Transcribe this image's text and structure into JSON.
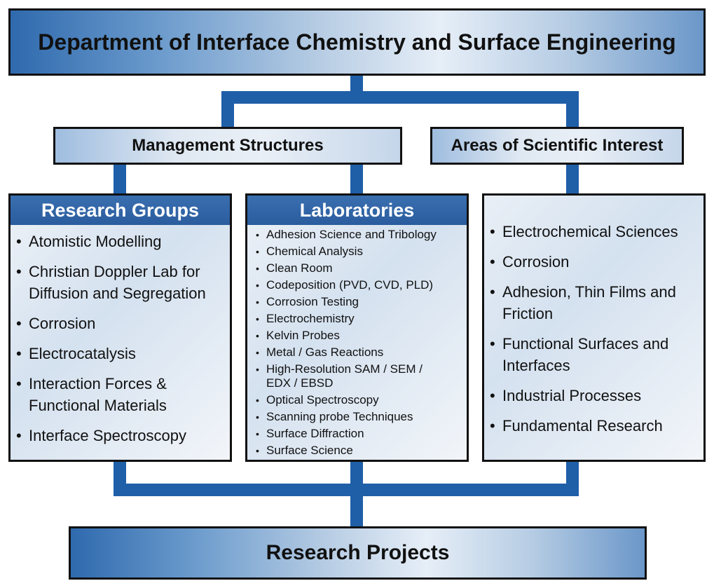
{
  "department": {
    "title": "Department of Interface Chemistry and Surface Engineering"
  },
  "management": {
    "label": "Management Structures"
  },
  "areas_header": {
    "label": "Areas of Scientific Interest"
  },
  "research_groups": {
    "title": "Research Groups",
    "items": [
      "Atomistic Modelling",
      "Christian Doppler Lab for Diffusion and Segregation",
      "Corrosion",
      "Electrocatalysis",
      "Interaction Forces & Functional Materials",
      "Interface Spectroscopy"
    ]
  },
  "laboratories": {
    "title": "Laboratories",
    "items": [
      "Adhesion Science and Tribology",
      "Chemical Analysis",
      "Clean Room",
      "Codeposition (PVD, CVD, PLD)",
      "Corrosion Testing",
      "Electrochemistry",
      "Kelvin Probes",
      "Metal / Gas Reactions",
      "High-Resolution SAM / SEM / EDX / EBSD",
      "Optical Spectroscopy",
      "Scanning probe Techniques",
      "Surface Diffraction",
      "Surface Science"
    ]
  },
  "areas": {
    "items": [
      "Electrochemical Sciences",
      "Corrosion",
      "Adhesion, Thin Films and Friction",
      "Functional Surfaces and Interfaces",
      "Industrial Processes",
      "Fundamental Research"
    ]
  },
  "projects": {
    "label": "Research Projects"
  }
}
